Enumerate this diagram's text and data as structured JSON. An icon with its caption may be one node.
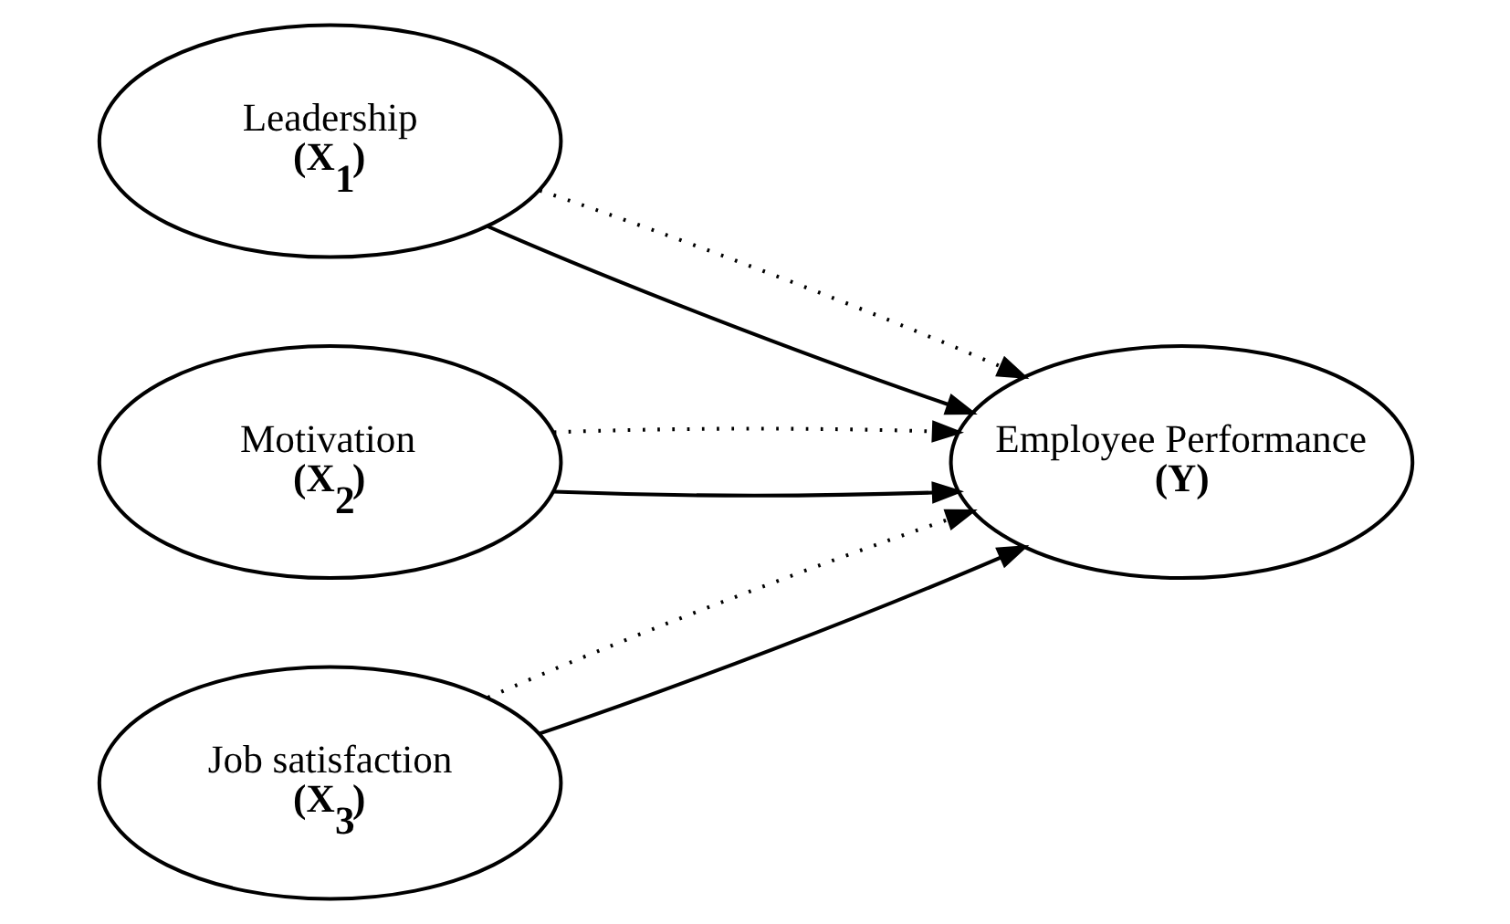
{
  "diagram": {
    "nodes": [
      {
        "text": [
          "Leadership",
          "(X$_{1}$)"
        ]
      },
      {
        "text": [
          "Motivation",
          "(X$_{2}$)"
        ]
      },
      {
        "text": [
          "Job satisfaction",
          "(X$_{3}$)"
        ]
      },
      {
        "text": [
          "Employee Performance",
          "(Y)"
        ]
      }
    ],
    "edges": [
      {
        "from": 0,
        "to": 3,
        "arrow": "to"
      },
      {
        "from": 1,
        "to": 3,
        "arrow": "to"
      },
      {
        "from": 2,
        "to": 3,
        "arrow": "to"
      },
      {
        "from": 0,
        "to": 3,
        "arrow": "to",
        "style": "dashed"
      },
      {
        "from": 1,
        "to": 3,
        "arrow": "to",
        "style": "dashed"
      },
      {
        "from": 2,
        "to": 3,
        "arrow": "to",
        "style": "dashed"
      }
    ]
  }
}
